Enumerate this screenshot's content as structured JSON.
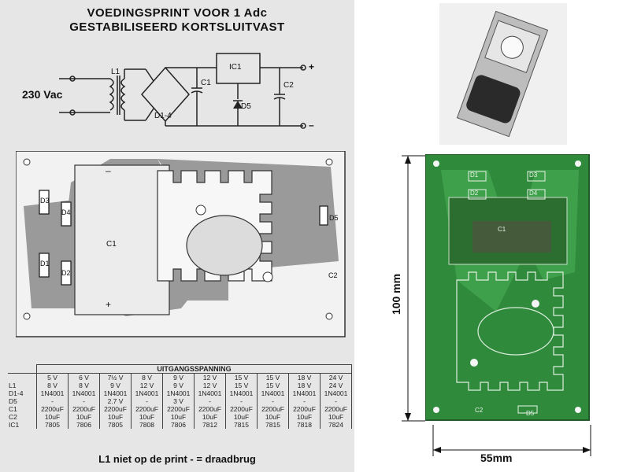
{
  "title": {
    "line1": "VOEDINGSPRINT VOOR 1 Adc",
    "line2": "GESTABILISEERD KORTSLUITVAST"
  },
  "schematic": {
    "input_label": "230 Vac",
    "labels": [
      "L1",
      "D1-4",
      "C1",
      "IC1",
      "D5",
      "C2",
      "+",
      "–"
    ]
  },
  "pcb_layout": {
    "labels": [
      "C1",
      "D1",
      "D2",
      "D3",
      "D4",
      "D5",
      "C2",
      "+",
      "–"
    ]
  },
  "table": {
    "header": "UITGANGSSPANNING",
    "columns": [
      "5 V",
      "6 V",
      "7½ V",
      "8 V",
      "9 V",
      "12 V",
      "15 V",
      "15 V",
      "18 V",
      "24 V"
    ],
    "rows": [
      {
        "label": "L1",
        "values": [
          "8 V",
          "8 V",
          "9 V",
          "12 V",
          "9 V",
          "12 V",
          "15 V",
          "15 V",
          "18 V",
          "24 V"
        ]
      },
      {
        "label": "D1-4",
        "values": [
          "1N4001",
          "1N4001",
          "1N4001",
          "1N4001",
          "1N4001",
          "1N4001",
          "1N4001",
          "1N4001",
          "1N4001",
          "1N4001"
        ]
      },
      {
        "label": "D5",
        "values": [
          "-",
          "-",
          "2.7 V",
          "-",
          "3 V",
          "-",
          "-",
          "-",
          "-",
          "-"
        ]
      },
      {
        "label": "C1",
        "values": [
          "2200uF",
          "2200uF",
          "2200uF",
          "2200uF",
          "2200uF",
          "2200uF",
          "2200uF",
          "2200uF",
          "2200uF",
          "2200uF"
        ]
      },
      {
        "label": "C2",
        "values": [
          "10uF",
          "10uF",
          "10uF",
          "10uF",
          "10uF",
          "10uF",
          "10uF",
          "10uF",
          "10uF",
          "10uF"
        ]
      },
      {
        "label": "IC1",
        "values": [
          "7805",
          "7806",
          "7805",
          "7808",
          "7806",
          "7812",
          "7815",
          "7815",
          "7818",
          "7824"
        ]
      }
    ]
  },
  "footnote": "L1 niet op de print   - = draadbrug",
  "board_photo": {
    "labels": [
      "D1",
      "D3",
      "D2",
      "D4",
      "C1",
      "C2",
      "D5"
    ],
    "height_label": "100 mm",
    "width_label": "55mm"
  }
}
